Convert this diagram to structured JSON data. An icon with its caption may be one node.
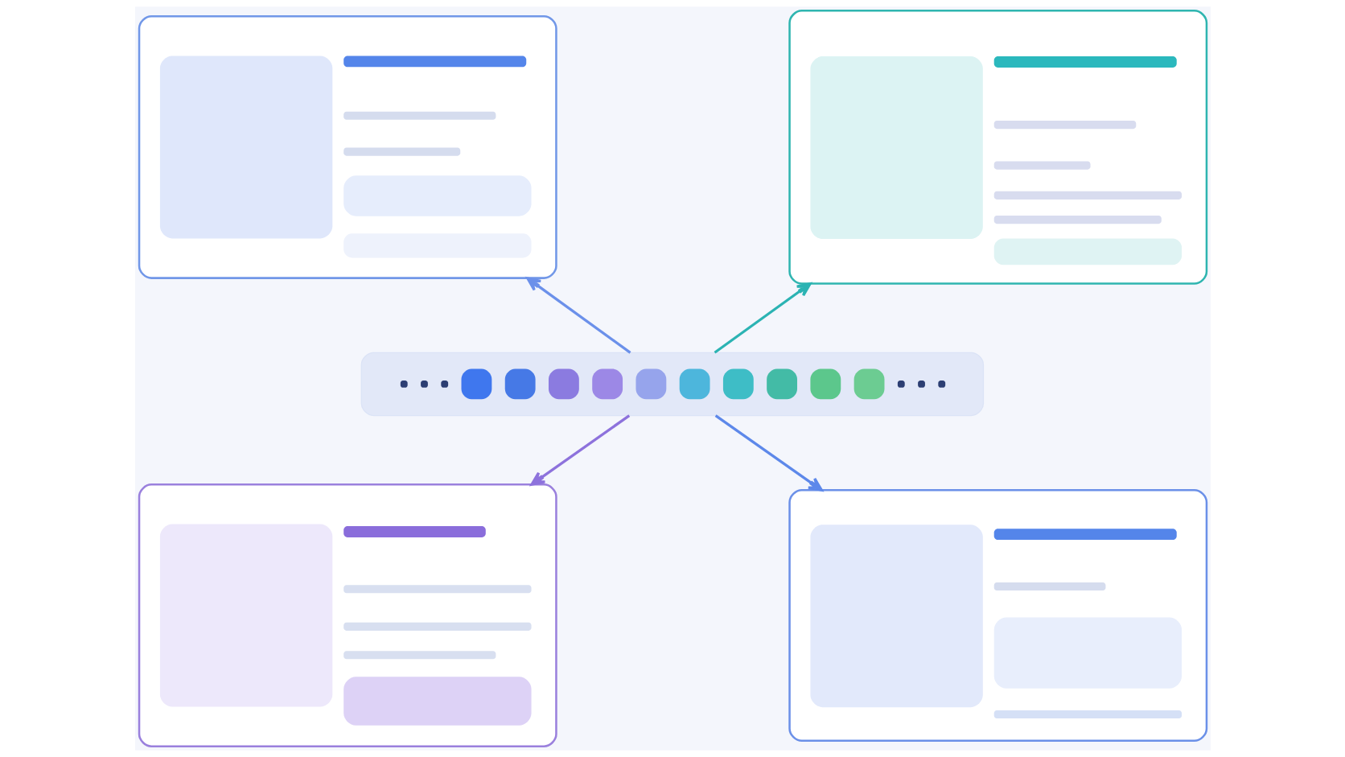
{
  "diagram": {
    "nodes": [
      {
        "text": [],
        "shape": "box"
      },
      {
        "text": [],
        "shape": "box"
      },
      {
        "text": [],
        "shape": "bar"
      },
      {
        "text": [],
        "shape": "box"
      },
      {
        "text": [],
        "shape": "box"
      }
    ],
    "edges": [
      {
        "from": 2,
        "to": 0,
        "arrow": "to",
        "color": "#6b90ea"
      },
      {
        "from": 2,
        "to": 1,
        "arrow": "to",
        "color": "#2bb3b3"
      },
      {
        "from": 2,
        "to": 3,
        "arrow": "to",
        "color": "#8d72dc"
      },
      {
        "from": 2,
        "to": 4,
        "arrow": "to",
        "color": "#5d88ea"
      }
    ]
  }
}
